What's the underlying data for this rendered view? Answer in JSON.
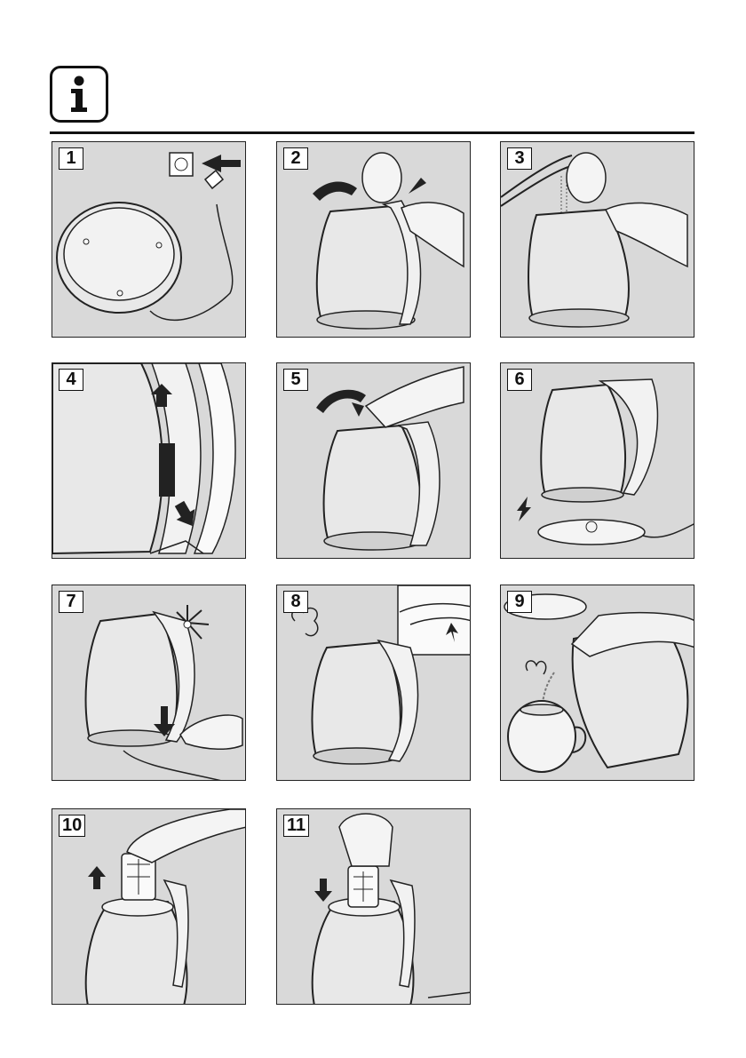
{
  "header": {
    "icon": "info-icon"
  },
  "steps": [
    {
      "number": "1",
      "icon": "base-plug-icon"
    },
    {
      "number": "2",
      "icon": "open-lid-icon"
    },
    {
      "number": "3",
      "icon": "fill-water-icon"
    },
    {
      "number": "4",
      "icon": "water-level-icon"
    },
    {
      "number": "5",
      "icon": "close-lid-icon"
    },
    {
      "number": "6",
      "icon": "place-on-base-icon"
    },
    {
      "number": "7",
      "icon": "switch-on-icon"
    },
    {
      "number": "8",
      "icon": "boiling-icon"
    },
    {
      "number": "9",
      "icon": "pour-icon"
    },
    {
      "number": "10",
      "icon": "remove-filter-icon"
    },
    {
      "number": "11",
      "icon": "insert-filter-icon"
    }
  ],
  "colors": {
    "panel_bg": "#d9d9d9",
    "line": "#222222",
    "fill_light": "#e8e8e8"
  }
}
